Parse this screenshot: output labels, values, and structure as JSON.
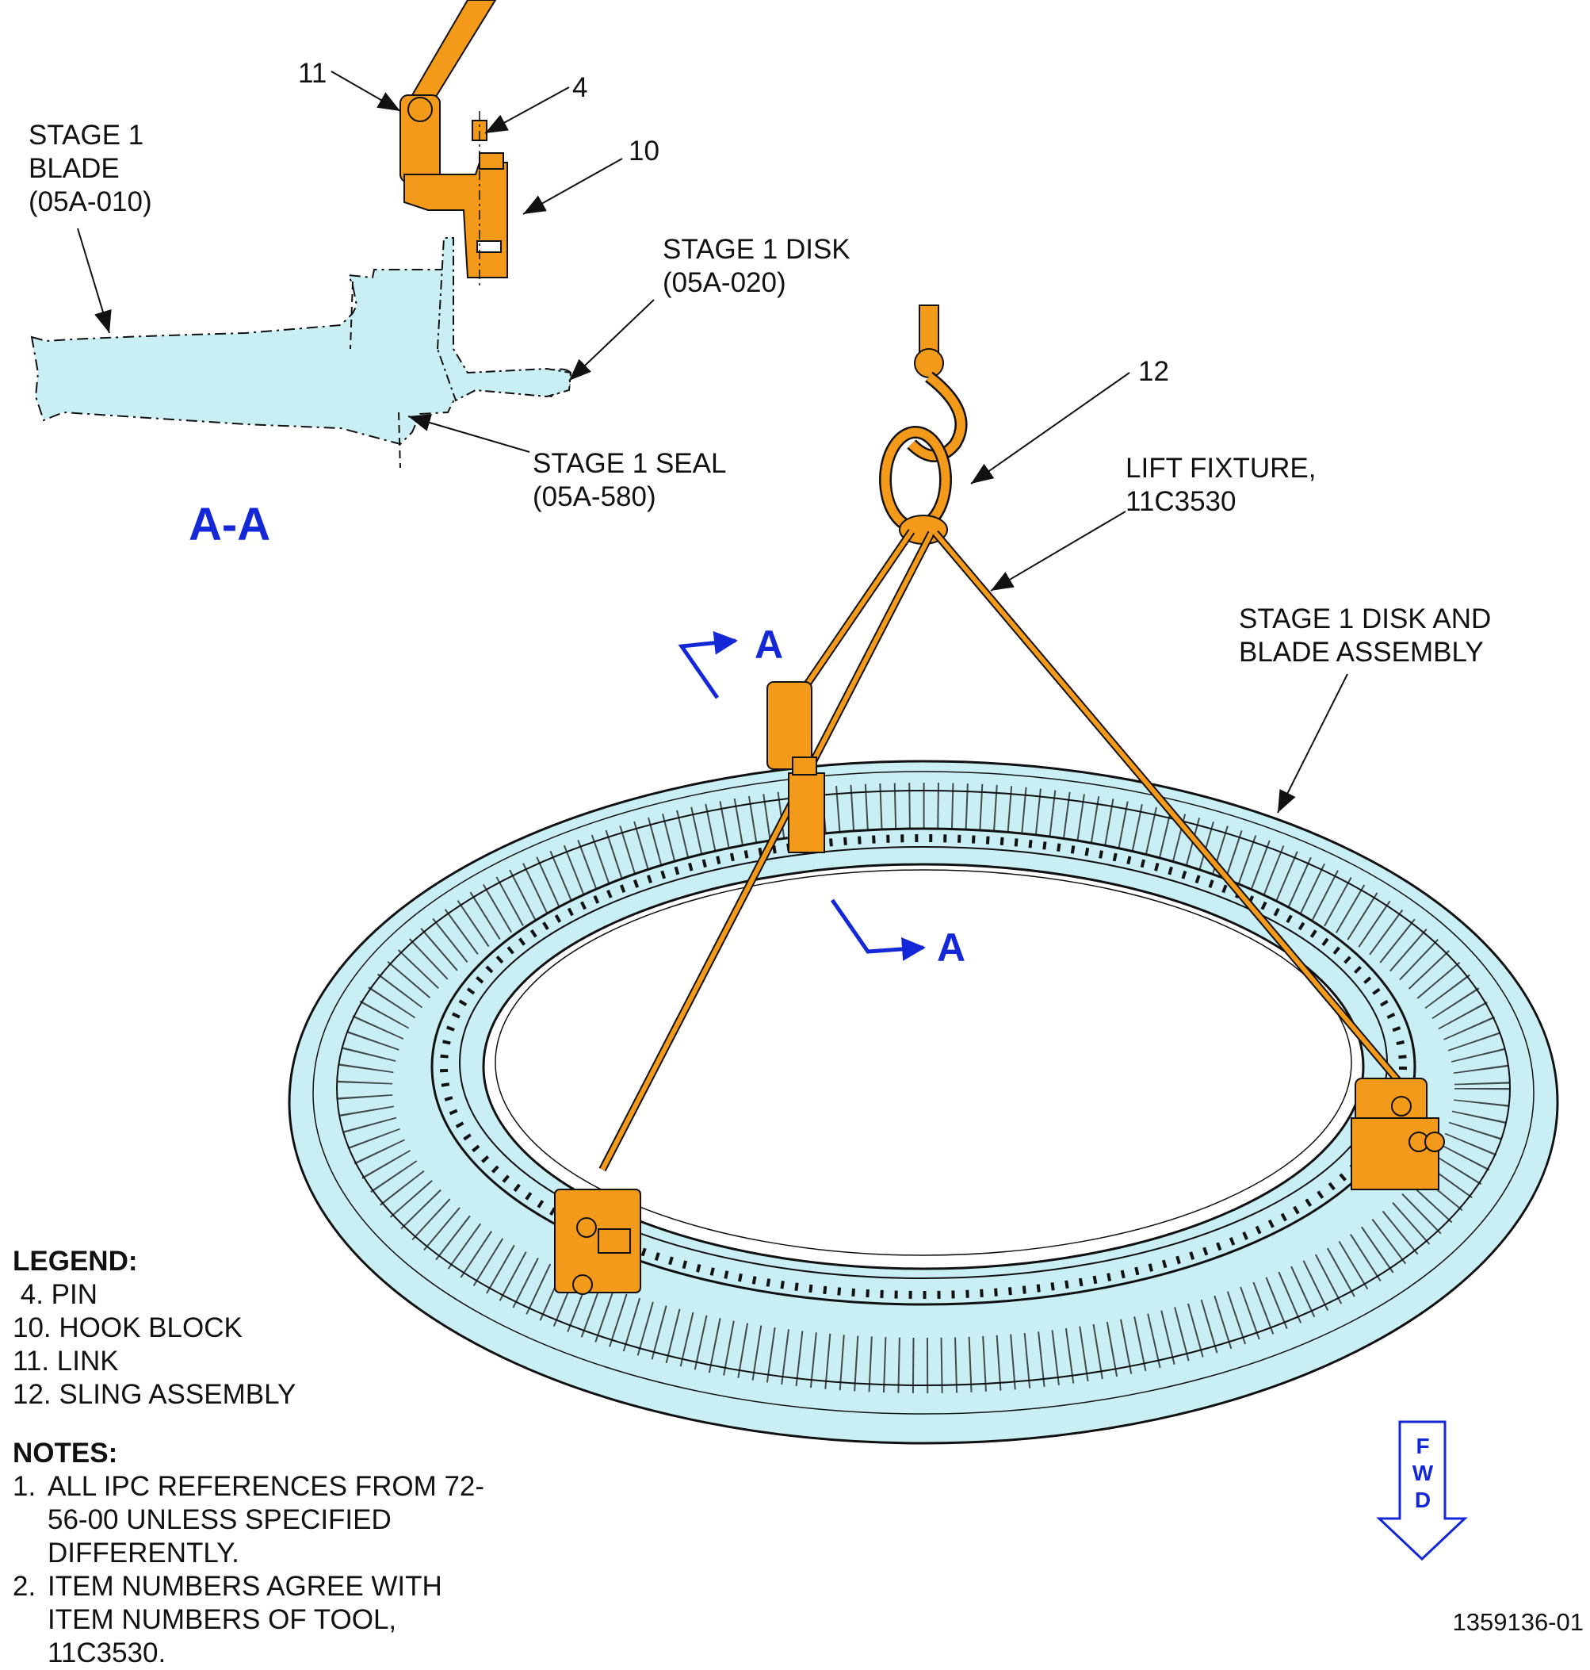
{
  "colors": {
    "fixture": "#f39a1a",
    "fixture_dark": "#8a4b00",
    "part": "#c9eef4",
    "accent": "#1428d8",
    "line": "#111111"
  },
  "callouts": {
    "item_11": "11",
    "item_4": "4",
    "item_10": "10",
    "item_12": "12",
    "blade": [
      "STAGE 1",
      "BLADE",
      "(05A-010)"
    ],
    "disk": [
      "STAGE 1 DISK",
      "(05A-020)"
    ],
    "seal": [
      "STAGE 1 SEAL",
      "(05A-580)"
    ],
    "lift_fixture": [
      "LIFT FIXTURE,",
      "11C3530"
    ],
    "assembly": [
      "STAGE 1 DISK AND",
      "BLADE ASSEMBLY"
    ]
  },
  "section_title": "A-A",
  "cut_marks": [
    "A",
    "A"
  ],
  "legend": {
    "title": "LEGEND:",
    "items": [
      " 4. PIN",
      "10. HOOK BLOCK",
      "11. LINK",
      "12. SLING ASSEMBLY"
    ]
  },
  "notes": {
    "title": "NOTES:",
    "items": [
      {
        "num": "1.",
        "text": "ALL IPC REFERENCES FROM 72-56-00 UNLESS SPECIFIED DIFFERENTLY."
      },
      {
        "num": "2.",
        "text": "ITEM NUMBERS AGREE WITH ITEM NUMBERS OF TOOL, 11C3530."
      }
    ]
  },
  "fwd_letters": [
    "F",
    "W",
    "D"
  ],
  "figure_code": "1359136-01"
}
